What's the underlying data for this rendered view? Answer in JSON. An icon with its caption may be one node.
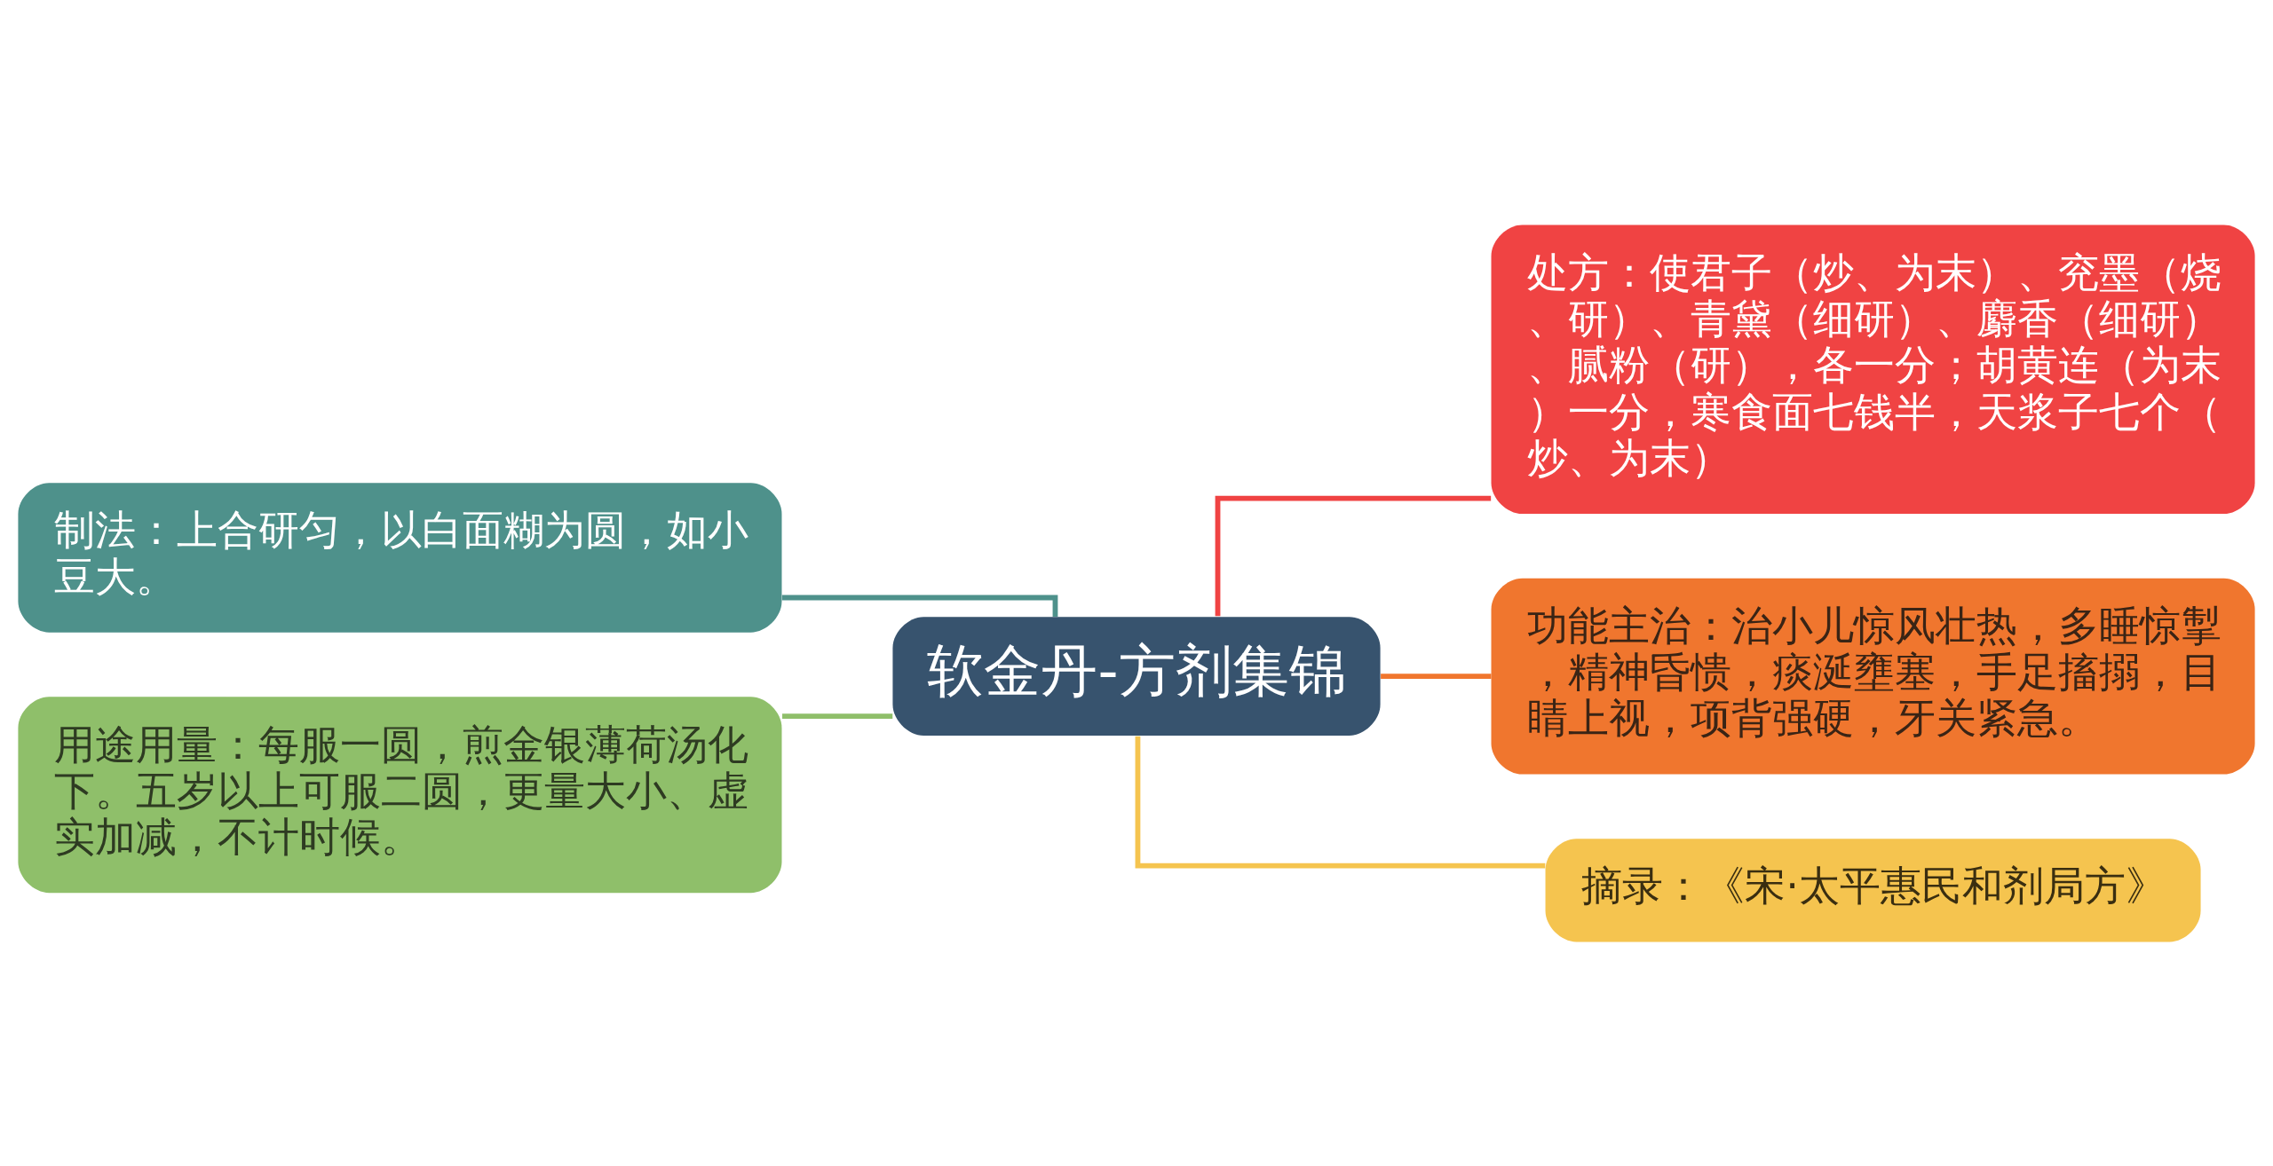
{
  "diagram": {
    "nodes": [
      {
        "text": [
          "软金丹-方剂集锦"
        ]
      },
      {
        "text": [
          "制法：上合研匀，以白面糊为圆，如小豆大。"
        ]
      },
      {
        "text": [
          "用途用量：每服一圆，煎金银薄荷汤化下。五岁以上可服二圆，更量大小、虚实加减，不计时候。"
        ]
      },
      {
        "text": [
          "处方：使君子（炒、为末）、兖墨（烧、研）、青黛（细研）、麝香（细研）、腻粉（研），各一分；胡黄连（为末）一分，寒食面七钱半，天浆子七个（炒、为末）"
        ]
      },
      {
        "text": [
          "功能主治：治小儿惊风壮热，多睡惊掣，精神昏愦，痰涎壅塞，手足搐搦，目睛上视，项背强硬，牙关紧急。"
        ]
      },
      {
        "text": [
          "摘录：《宋·太平惠民和剂局方》"
        ]
      }
    ],
    "edges": [
      {
        "from": 0,
        "to": 1,
        "arrow": "none",
        "color": "#4e918b"
      },
      {
        "from": 0,
        "to": 2,
        "arrow": "none",
        "color": "#8fbf6a"
      },
      {
        "from": 0,
        "to": 3,
        "arrow": "none",
        "color": "#f04343"
      },
      {
        "from": 0,
        "to": 4,
        "arrow": "none",
        "color": "#f0762e"
      },
      {
        "from": 0,
        "to": 5,
        "arrow": "none",
        "color": "#f5c44f"
      }
    ]
  }
}
